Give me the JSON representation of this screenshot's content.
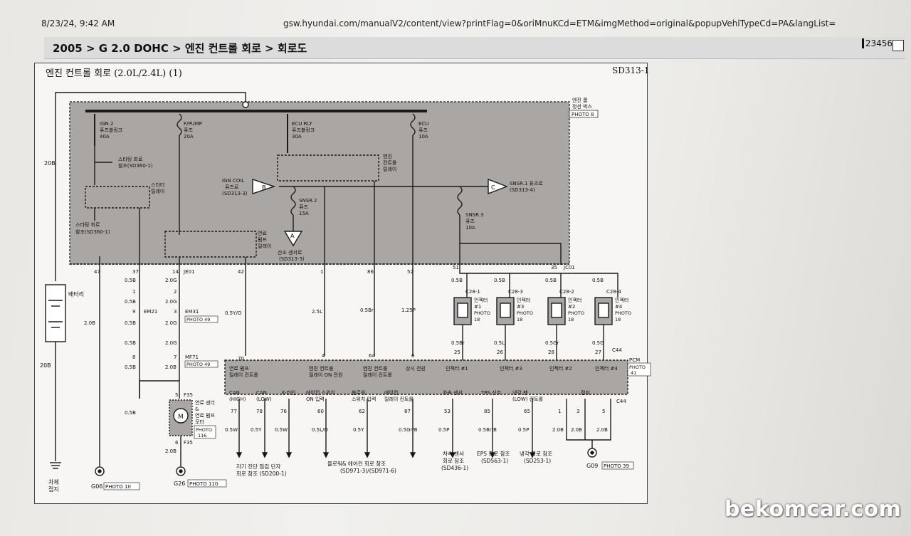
{
  "header": {
    "date": "8/23/24, 9:42 AM",
    "url": "gsw.hyundai.com/manualV2/content/view?printFlag=0&oriMnuKCd=ETM&imgMethod=original&popupVehlTypeCd=PA&langList="
  },
  "title_bar": {
    "breadcrumb": "2005 > G 2.0 DOHC > 엔진 컨트롤 회로 > 회로도",
    "page_id": "23456"
  },
  "diagram": {
    "title": "엔진 컨트롤 회로 (2.0L/2.4L) (1)",
    "code": "SD313-1",
    "junction_box": {
      "name_line1": "엔진 룸",
      "name_line2": "정션 박스",
      "photo": "PHOTO 8"
    },
    "fuses": [
      {
        "name": "IGN.2",
        "sub": "퓨즈블링크",
        "amp": "40A"
      },
      {
        "name": "F/PUMP",
        "sub": "퓨즈",
        "amp": "20A"
      },
      {
        "name": "ECU RLY",
        "sub": "퓨즈블링크",
        "amp": "30A"
      },
      {
        "name": "ECU",
        "sub": "퓨즈",
        "amp": "10A"
      },
      {
        "name": "SNSR.2",
        "sub": "퓨즈",
        "amp": "15A"
      },
      {
        "name": "SNSR.3",
        "sub": "퓨즈",
        "amp": "10A"
      }
    ],
    "labels": {
      "starting_ref_1": "스타팅 회로",
      "starting_ref_2": "참조(SD360-1)",
      "starter_relay_1": "스타터",
      "starter_relay_2": "릴레이",
      "starting_ref_b1": "스타팅 회로",
      "starting_ref_b2": "참조(SD360-1)",
      "fuel_pump_relay_1": "연료",
      "fuel_pump_relay_2": "펌프",
      "fuel_pump_relay_3": "릴레이",
      "ecr_1": "엔진",
      "ecr_2": "컨트롤",
      "ecr_3": "릴레이",
      "ign_coil_1": "IGN COIL",
      "ign_coil_2": "퓨즈로",
      "ign_coil_3": "(SD313-3)",
      "conn_b": "B",
      "conn_c": "C",
      "conn_a": "A",
      "snsr1_1": "SNSR.1 퓨즈로",
      "snsr1_2": "(SD313-4)",
      "o2_1": "산소 센서로",
      "o2_2": "(SD313-3)",
      "battery": "배터리",
      "w20b_a": "20B",
      "w20b_b": "20B",
      "w20b_c": "2.0B",
      "chassis_1": "차체",
      "chassis_2": "접지",
      "g06": "G06",
      "g06_photo": "PHOTO 10",
      "g26": "G26",
      "g26_photo": "PHOTO 110",
      "g09": "G09",
      "g09_photo": "PHOTO 39"
    },
    "pins_top": [
      {
        "pin": "47"
      },
      {
        "pin": "37"
      },
      {
        "pin": "14"
      },
      {
        "pin": "42"
      },
      {
        "pin": "1"
      },
      {
        "pin": "86"
      },
      {
        "pin": "52"
      },
      {
        "pin": "51"
      },
      {
        "pin": "35"
      }
    ],
    "je01": "JE01",
    "jc01": "JC01",
    "connectors": {
      "em21": "EM21",
      "em31": "EM31",
      "em31_photo": "PHOTO 49",
      "mf71": "MF71",
      "mf71_photo": "PHOTO 49",
      "f35_top": "F35",
      "f35_bot": "F35",
      "fuel_sender_1": "연료 센더",
      "fuel_sender_2": "&",
      "fuel_sender_3": "연료 펌프",
      "fuel_sender_4": "모터",
      "fuel_sender_photo": "PHOTO",
      "fuel_sender_photo_no": "116"
    },
    "wires": {
      "w1": "0.5B",
      "w2": "2.0G",
      "w3": "0.5B",
      "w4": "2.0G",
      "w5": "0.5B",
      "w6": "2.0G",
      "w7": "0.5B",
      "w8": "2.0G",
      "w9": "0.5B",
      "w10": "2.0B",
      "w11": "0.5B",
      "w12": "2.0B",
      "y_42": "0.5Y/O",
      "y_1": "2.5L",
      "y_86": "0.5Br",
      "y_52": "1.25P",
      "inj_in": "0.5B",
      "inj_out": [
        "0.5Br",
        "0.5L",
        "0.5Gr",
        "0.5G"
      ]
    },
    "em_pins": {
      "p1": "1",
      "p2": "2",
      "p9": "9",
      "p3": "3",
      "p8": "8",
      "p7": "7",
      "p5": "5",
      "p6": "6"
    },
    "injectors": [
      {
        "conn_top": "C28-1",
        "name": "인젝터",
        "no": "#1",
        "photo": "PHOTO",
        "photo_no": "18",
        "pcm_pin": "25"
      },
      {
        "conn_top": "C28-3",
        "name": "인젝터",
        "no": "#3",
        "photo": "PHOTO",
        "photo_no": "18",
        "pcm_pin": "26"
      },
      {
        "conn_top": "C28-2",
        "name": "인젝터",
        "no": "#2",
        "photo": "PHOTO",
        "photo_no": "18",
        "pcm_pin": "28"
      },
      {
        "conn_top": "C28-4",
        "name": "인젝터",
        "no": "#4",
        "photo": "PHOTO",
        "photo_no": "18",
        "pcm_pin": "27"
      }
    ],
    "pcm": {
      "name": "PCM",
      "photo": "PHOTO",
      "photo_no": "41",
      "c44": "C44",
      "c44_bot": "C44",
      "top_pins": [
        "70",
        "4",
        "64",
        "6"
      ],
      "top_labels": [
        {
          "l1": "연료 펌프",
          "l2": "릴레이 컨트롤"
        },
        {
          "l1": "엔진 컨트롤",
          "l2": "릴레이 ON 전원"
        },
        {
          "l1": "엔진 컨트롤",
          "l2": "릴레이 컨트롤"
        },
        {
          "l1": "상시 전원",
          "l2": ""
        },
        {
          "l1": "인젝터 #1",
          "l2": ""
        },
        {
          "l1": "인젝터 #3",
          "l2": ""
        },
        {
          "l1": "인젝터 #2",
          "l2": ""
        },
        {
          "l1": "인젝터 #4",
          "l2": ""
        }
      ],
      "bottom_labels": [
        {
          "l1": "CAN",
          "l2": "(HIGH)"
        },
        {
          "l1": "CAN",
          "l2": "(LOW)"
        },
        {
          "l1": "K-라인",
          "l2": ""
        },
        {
          "l1": "에어컨 스위치",
          "l2": "ON 입력"
        },
        {
          "l1": "블로워",
          "l2": "스위치 입력"
        },
        {
          "l1": "에어컨",
          "l2": "릴레이 컨트롤"
        },
        {
          "l1": "차속 센서",
          "l2": ""
        },
        {
          "l1": "TPS 신호",
          "l2": ""
        },
        {
          "l1": "냉각 팬",
          "l2": "(LOW) 컨트롤"
        },
        {
          "l1": "접지",
          "l2": ""
        }
      ],
      "bottom_pins": [
        "77",
        "78",
        "76",
        "60",
        "62",
        "87",
        "53",
        "85",
        "65",
        "1",
        "3",
        "5"
      ],
      "bottom_wires": [
        "0.5W",
        "0.5Y",
        "0.5W",
        "0.5L/O",
        "0.5Y",
        "0.5Gr/B",
        "0.5P",
        "0.5Br/B",
        "0.5P",
        "2.0B",
        "2.0B",
        "2.0B"
      ]
    },
    "refs": {
      "diag_1": "자기 진단 점검 단자",
      "diag_2": "회로 참조 (SD200-1)",
      "blower_1": "블로워& 에어컨 회로 참조",
      "blower_2": "(SD971-3)/(SD971-6)",
      "vss_1": "차속 센서",
      "vss_2": "회로 참조",
      "vss_3": "(SD436-1)",
      "eps_1": "EPS 회로 참조",
      "eps_2": "(SD563-1)",
      "cool_1": "냉각 회로 참조",
      "cool_2": "(SD253-1)"
    }
  },
  "watermark": "bekomcar.com"
}
